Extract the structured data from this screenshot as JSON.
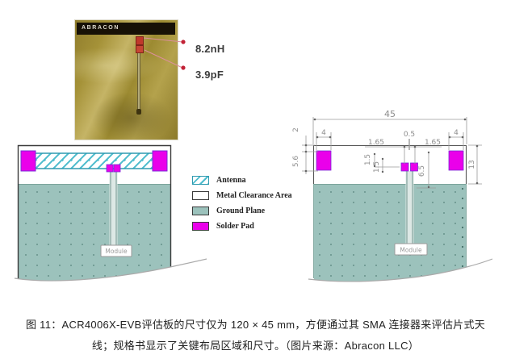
{
  "figure": {
    "photo": {
      "brand": "ABRACON",
      "callouts": [
        {
          "label": "8.2nH"
        },
        {
          "label": "3.9pF"
        }
      ]
    },
    "legend": {
      "items": [
        {
          "label": "Antenna"
        },
        {
          "label": "Metal Clearance Area"
        },
        {
          "label": "Ground Plane"
        },
        {
          "label": "Solder Pad"
        }
      ]
    },
    "left_diagram": {
      "module_label": "Module"
    },
    "right_diagram": {
      "module_label": "Module",
      "dims": {
        "board_width": "45",
        "edge_to_pad": "2",
        "pad_height": "5.6",
        "pad_width_left": "4",
        "pad_width_right": "4",
        "clearance_height": "13",
        "feed_gap": "0.5",
        "clearance_left": "1.65",
        "clearance_right": "1.65",
        "pad_offset_a": "1.5",
        "pad_offset_b": "1.5",
        "feed_length": "6.5"
      }
    },
    "caption": {
      "line1": "图 11：ACR4006X-EVB评估板的尺寸仅为 120 × 45 mm，方便通过其 SMA 连接器来评估片式天",
      "line2": "线；规格书显示了关键布局区域和尺寸。（图片来源：Abracon LLC）"
    },
    "colors": {
      "ground_plane": "#9cc2bc",
      "solder_pad": "#ea00ea",
      "antenna_hatch": "#4dbccd",
      "dimension": "#8c8c8c",
      "callout_dot": "#c22236"
    }
  }
}
